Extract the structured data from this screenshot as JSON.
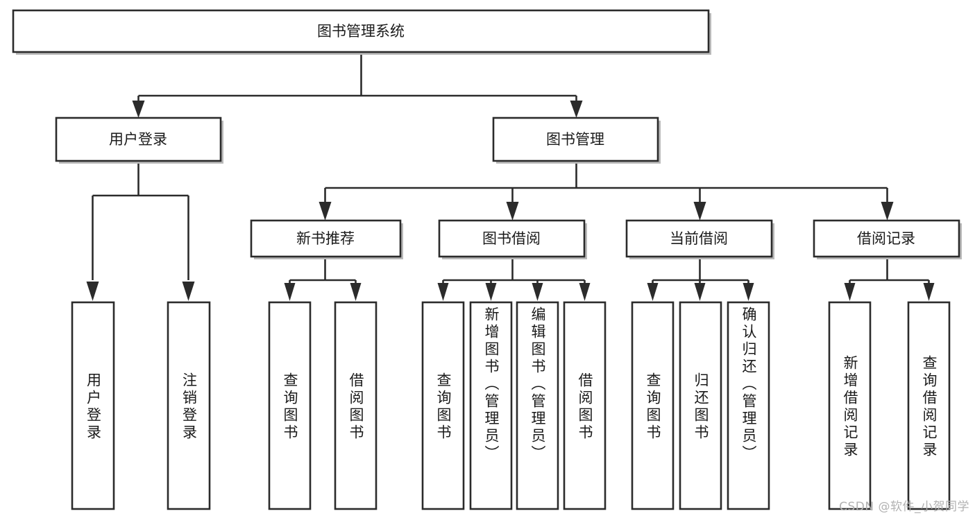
{
  "diagram": {
    "type": "tree-hierarchy",
    "title": "图书管理系统",
    "root": {
      "label": "图书管理系统",
      "level": 0
    },
    "level1": [
      {
        "label": "用户登录"
      },
      {
        "label": "图书管理"
      }
    ],
    "level2": [
      {
        "label": "新书推荐",
        "parent": "图书管理"
      },
      {
        "label": "图书借阅",
        "parent": "图书管理"
      },
      {
        "label": "当前借阅",
        "parent": "图书管理"
      },
      {
        "label": "借阅记录",
        "parent": "图书管理"
      }
    ],
    "leaves": {
      "user_login": [
        {
          "label": "用户登录"
        },
        {
          "label": "注销登录"
        }
      ],
      "new_book_recommend": [
        {
          "label": "查询图书"
        },
        {
          "label": "借阅图书"
        }
      ],
      "book_borrow": [
        {
          "label": "查询图书"
        },
        {
          "label": "新增图书（管理员）"
        },
        {
          "label": "编辑图书（管理员）"
        },
        {
          "label": "借阅图书"
        }
      ],
      "current_borrow": [
        {
          "label": "查询图书"
        },
        {
          "label": "归还图书"
        },
        {
          "label": "确认归还（管理员）"
        }
      ],
      "borrow_record": [
        {
          "label": "新增借阅记录"
        },
        {
          "label": "查询借阅记录"
        }
      ]
    },
    "watermark": "CSDN @软件_小贺同学",
    "colors": {
      "stroke": "#2b2b2b",
      "fill": "#ffffff",
      "text": "#1a1a1a",
      "shadow": "#b9b9b9",
      "watermark": "#b2b2b2",
      "background": "#ffffff"
    }
  }
}
